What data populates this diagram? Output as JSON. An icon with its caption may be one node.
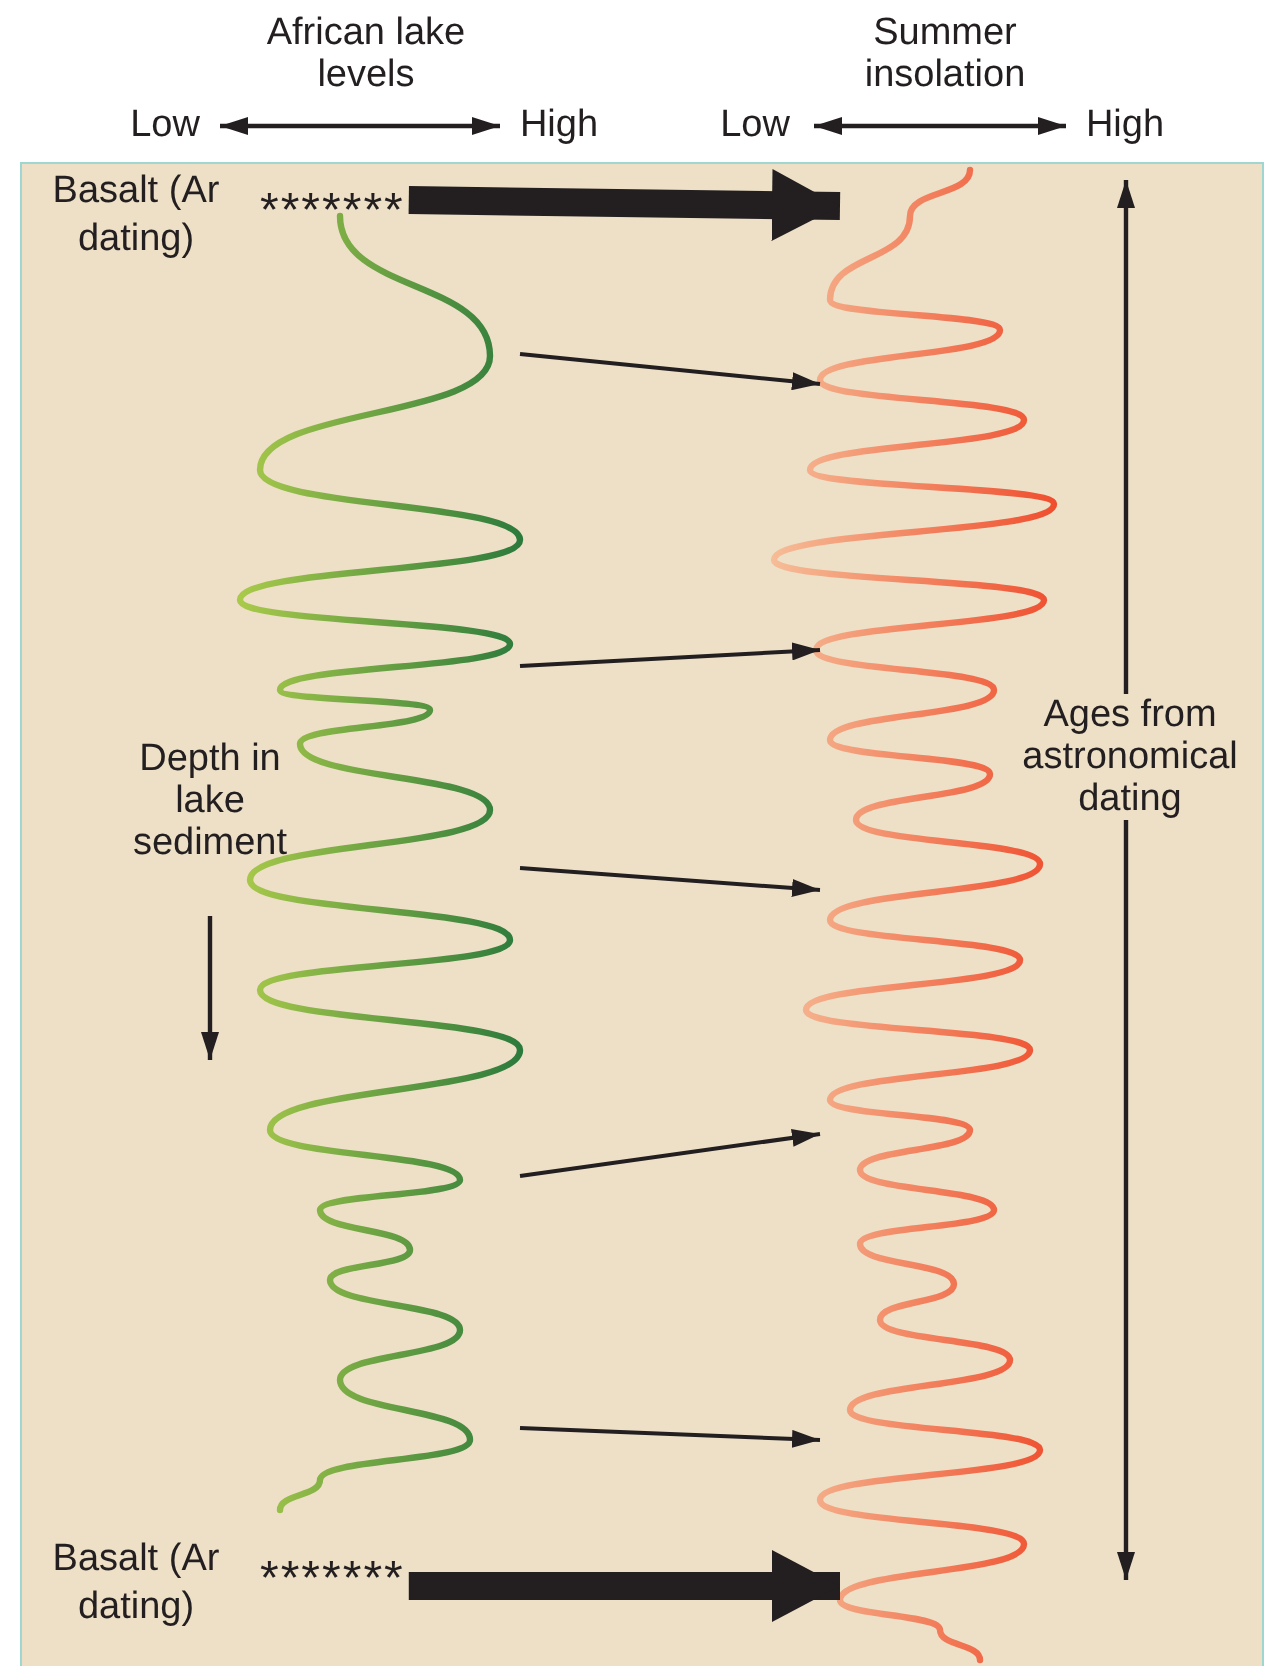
{
  "diagram": {
    "nodes": [
      {
        "text": [
          "Basalt (Ar dating)"
        ],
        "beside": [
          "*******"
        ]
      },
      {
        "text": [],
        "shape": "picture"
      },
      {
        "text": [],
        "shape": "picture"
      },
      {
        "text": [
          "Basalt (Ar dating)"
        ],
        "beside": [
          "*******"
        ]
      }
    ],
    "edges": [
      {
        "from": 0,
        "to": 2,
        "arrow": "to",
        "style": "thick"
      },
      {
        "from": 1,
        "to": 2,
        "arrow": "to"
      },
      {
        "from": 1,
        "to": 2,
        "arrow": "to"
      },
      {
        "from": 1,
        "to": 2,
        "arrow": "to"
      },
      {
        "from": 1,
        "to": 2,
        "arrow": "to"
      },
      {
        "from": 1,
        "to": 2,
        "arrow": "to"
      },
      {
        "from": 3,
        "to": 2,
        "arrow": "to",
        "style": "thick"
      }
    ],
    "labels": [
      "African lake levels",
      "Summer insolation",
      "Low",
      "High",
      "Low",
      "High",
      "Depth in lake sediment",
      "Ages from astronomical dating"
    ]
  }
}
